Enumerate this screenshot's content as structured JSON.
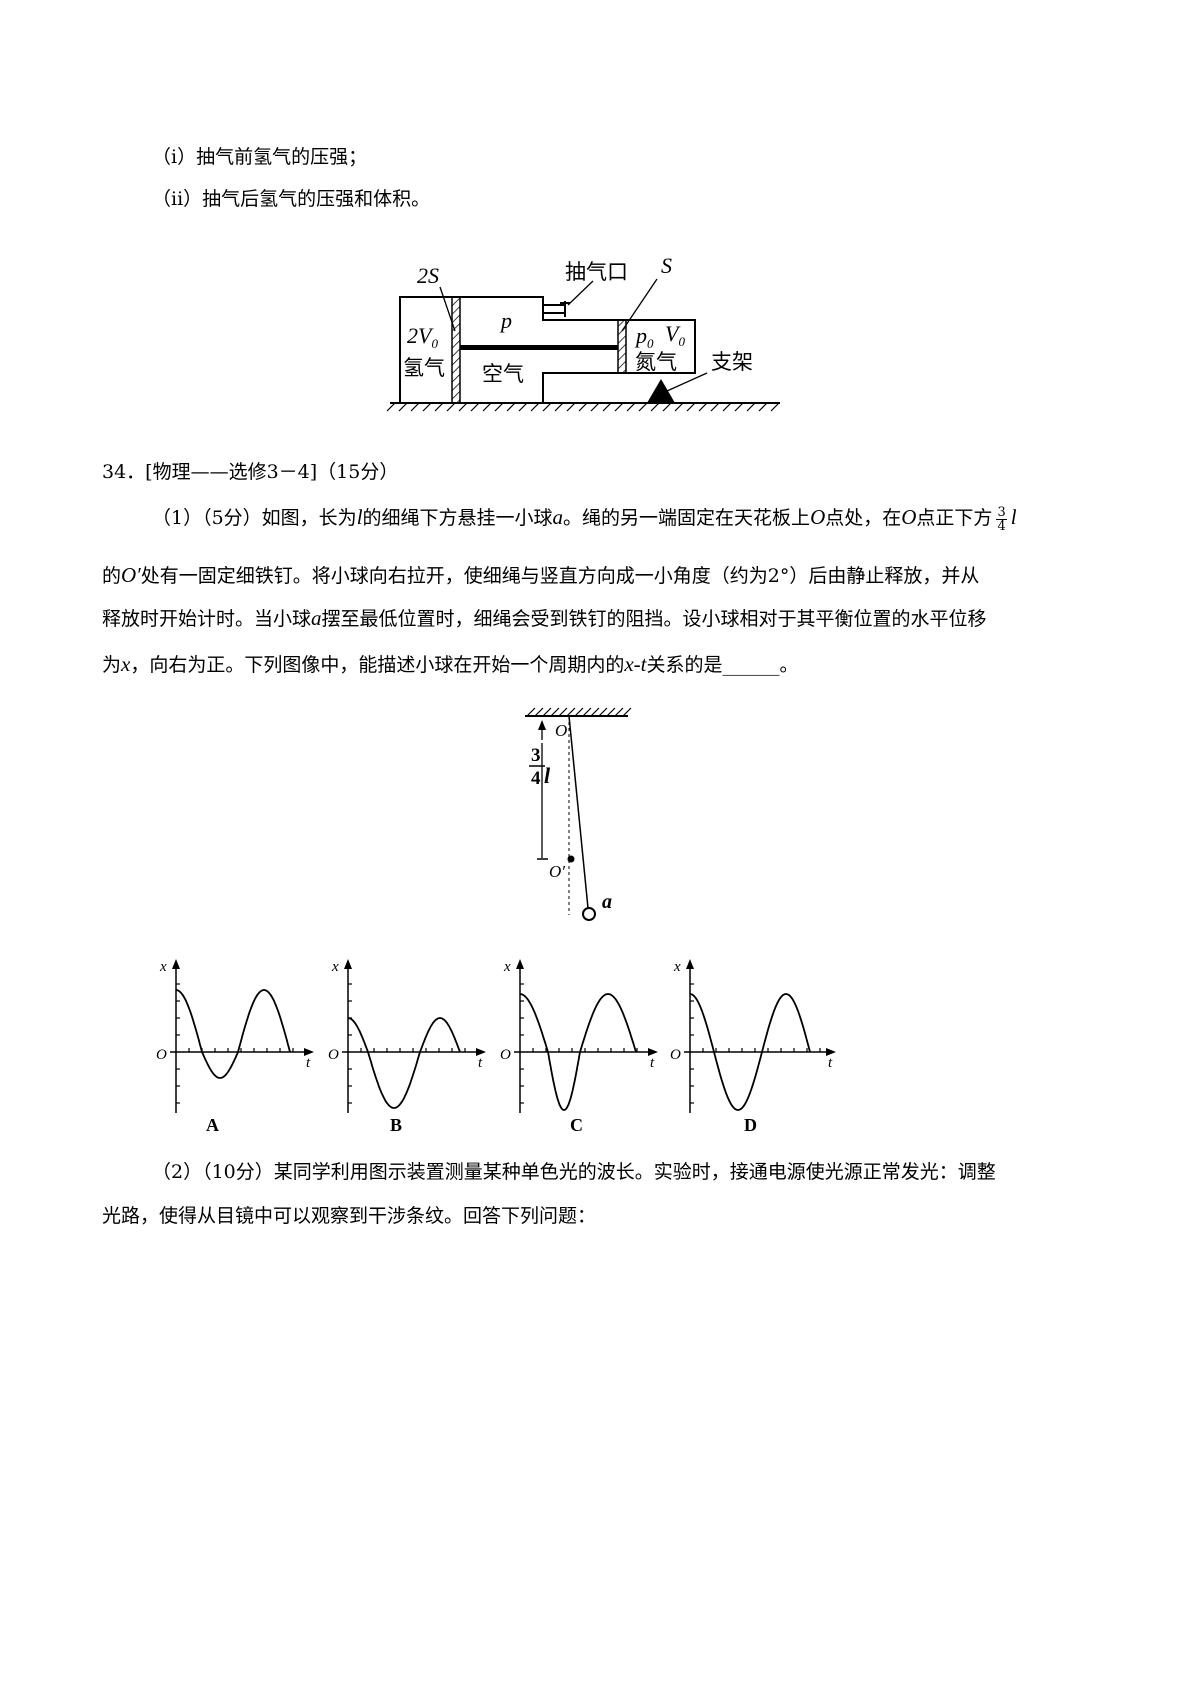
{
  "q33": {
    "sub_i": "（i）抽气前氢气的压强；",
    "sub_ii": "（ii）抽气后氢气的压强和体积。",
    "figure": {
      "label_2S": "2S",
      "label_pump": "抽气口",
      "label_S": "S",
      "label_2V0": "2V",
      "label_2V0_sub": "0",
      "label_hydrogen": "氢气",
      "label_p": "p",
      "label_air": "空气",
      "label_p0": "p",
      "label_p0_sub": "0",
      "label_V0": "V",
      "label_V0_sub": "0",
      "label_nitrogen": "氮气",
      "label_support": "支架"
    }
  },
  "q34": {
    "heading": "34．[物理——选修3－4]（15分）",
    "part1": {
      "line1_a": "（1）（5分）如图，长为",
      "line1_l": "l",
      "line1_b": "的细绳下方悬挂一小球",
      "line1_a_var": "a",
      "line1_c": "。绳的另一端固定在天花板上",
      "line1_O": "O",
      "line1_d": "点处，在",
      "line1_O2": "O",
      "line1_e": "点正下方",
      "frac_num": "3",
      "frac_den": "4",
      "line1_l2": "l",
      "line2_a": "的",
      "line2_O": "O′",
      "line2_b": "处有一固定细铁钉。将小球向右拉开，使细绳与竖直方向成一小角度（约为2°）后由静止释放，并从",
      "line3_a": "释放时开始计时。当小球",
      "line3_avar": "a",
      "line3_b": "摆至最低位置时，细绳会受到铁钉的阻挡。设小球相对于其平衡位置的水平位移",
      "line4_a": "为",
      "line4_x": "x",
      "line4_b": "，向右为正。下列图像中，能描述小球在开始一个周期内的",
      "line4_xt": "x-t",
      "line4_c": "关系的是______。"
    },
    "pendulum": {
      "label_O": "O",
      "label_frac_num": "3",
      "label_frac_den": "4",
      "label_l": "l",
      "label_Oprime": "O′",
      "label_a": "a"
    },
    "graphs": [
      {
        "option": "A",
        "x_axis": "t",
        "y_axis": "x",
        "origin": "O"
      },
      {
        "option": "B",
        "x_axis": "t",
        "y_axis": "x",
        "origin": "O"
      },
      {
        "option": "C",
        "x_axis": "t",
        "y_axis": "x",
        "origin": "O"
      },
      {
        "option": "D",
        "x_axis": "t",
        "y_axis": "x",
        "origin": "O"
      }
    ],
    "part2": {
      "line1": "（2）（10分）某同学利用图示装置测量某种单色光的波长。实验时，接通电源使光源正常发光：调整",
      "line2": "光路，使得从目镜中可以观察到干涉条纹。回答下列问题："
    }
  }
}
